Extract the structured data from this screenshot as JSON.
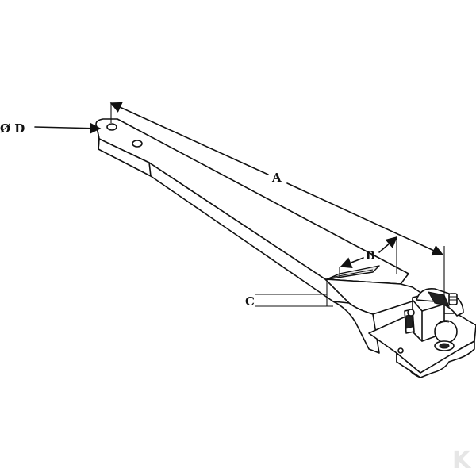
{
  "labels": {
    "diameter": "Ø D",
    "length_a": "A",
    "dim_b": "B",
    "dim_c": "C"
  },
  "watermark": {
    "letter": "K"
  },
  "colors": {
    "line": "#111111",
    "background": "#ffffff",
    "watermark": "#e6e6e6"
  }
}
